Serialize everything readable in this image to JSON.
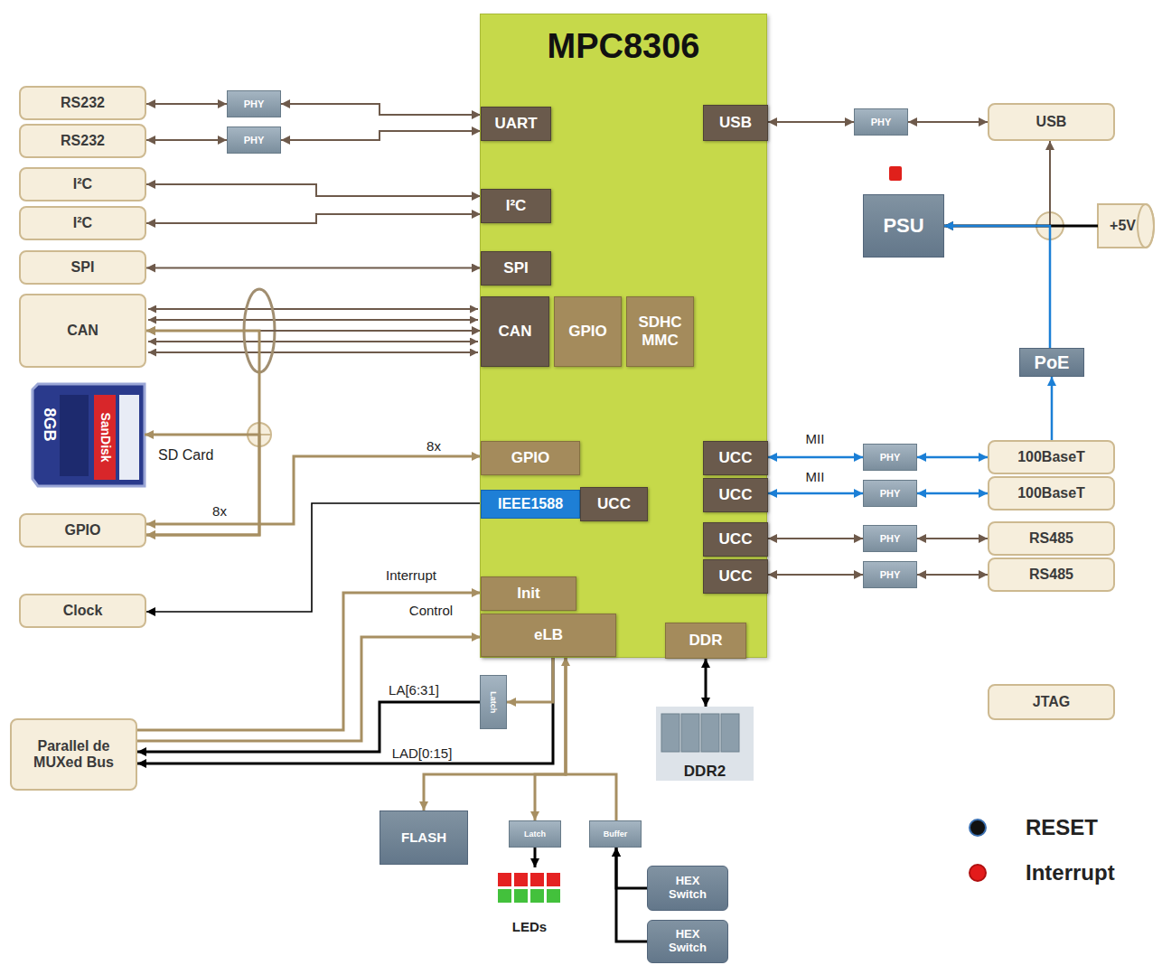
{
  "diagram": {
    "nodes": [
      {
        "text": [
          "MPC8306"
        ]
      },
      {
        "text": [
          "UART"
        ],
        "in": 0
      },
      {
        "text": [
          "USB"
        ],
        "in": 0
      },
      {
        "text": [
          "I²C"
        ],
        "in": 0
      },
      {
        "text": [
          "SPI"
        ],
        "in": 0
      },
      {
        "text": [
          "CAN"
        ],
        "in": 0
      },
      {
        "text": [
          "GPIO"
        ],
        "in": 0
      },
      {
        "text": [
          "SDHC MMC"
        ],
        "in": 0
      },
      {
        "text": [
          "GPIO"
        ],
        "in": 0
      },
      {
        "text": [
          "IEEE1588"
        ],
        "in": 0
      },
      {
        "text": [
          "UCC"
        ],
        "in": 0
      },
      {
        "text": [
          "UCC"
        ],
        "in": 0
      },
      {
        "text": [
          "UCC"
        ],
        "in": 0
      },
      {
        "text": [
          "UCC"
        ],
        "in": 0
      },
      {
        "text": [
          "UCC"
        ],
        "in": 0
      },
      {
        "text": [
          "Init"
        ],
        "in": 0
      },
      {
        "text": [
          "eLB"
        ],
        "in": 0
      },
      {
        "text": [
          "DDR"
        ],
        "in": 0
      },
      {
        "text": [
          "RS232"
        ]
      },
      {
        "text": [
          "PHY"
        ]
      },
      {
        "text": [
          "RS232"
        ]
      },
      {
        "text": [
          "PHY"
        ]
      },
      {
        "text": [
          "I²C"
        ]
      },
      {
        "text": [
          "I²C"
        ]
      },
      {
        "text": [
          "SPI"
        ]
      },
      {
        "text": [
          "CAN"
        ]
      },
      {
        "text": [
          "SD Card"
        ]
      },
      {
        "text": [
          "GPIO"
        ]
      },
      {
        "text": [
          "Clock"
        ]
      },
      {
        "text": [
          "Parallel de MUXed Bus"
        ]
      },
      {
        "text": [
          "Latch"
        ]
      },
      {
        "text": [
          "FLASH"
        ]
      },
      {
        "text": [
          "Latch"
        ]
      },
      {
        "text": [
          "Buffer"
        ]
      },
      {
        "text": [
          "LEDs"
        ]
      },
      {
        "text": [
          "HEX Switch"
        ]
      },
      {
        "text": [
          "HEX Switch"
        ]
      },
      {
        "text": [
          "DDR2"
        ]
      },
      {
        "text": [
          "PHY"
        ]
      },
      {
        "text": [
          "USB"
        ]
      },
      {
        "text": [
          "PSU"
        ]
      },
      {
        "text": [
          "+5V"
        ]
      },
      {
        "text": [
          "PoE"
        ]
      },
      {
        "text": [
          "PHY"
        ]
      },
      {
        "text": [
          "100BaseT"
        ]
      },
      {
        "text": [
          "PHY"
        ]
      },
      {
        "text": [
          "100BaseT"
        ]
      },
      {
        "text": [
          "PHY"
        ]
      },
      {
        "text": [
          "RS485"
        ]
      },
      {
        "text": [
          "PHY"
        ]
      },
      {
        "text": [
          "RS485"
        ]
      },
      {
        "text": [
          "JTAG"
        ]
      }
    ],
    "edges": [
      {
        "from": 18,
        "to": 19,
        "arrow": "both"
      },
      {
        "from": 19,
        "to": 1,
        "arrow": "both"
      },
      {
        "from": 20,
        "to": 21,
        "arrow": "both"
      },
      {
        "from": 21,
        "to": 1,
        "arrow": "both"
      },
      {
        "from": 22,
        "to": 3,
        "arrow": "both"
      },
      {
        "from": 23,
        "to": 3,
        "arrow": "both"
      },
      {
        "from": 24,
        "to": 4,
        "arrow": "both"
      },
      {
        "from": 25,
        "to": 5,
        "arrow": "both"
      },
      {
        "from": 26,
        "to": 27,
        "label": "8x",
        "arrow": "both"
      },
      {
        "from": 25,
        "to": 27,
        "arrow": "both"
      },
      {
        "from": 27,
        "to": 8,
        "label": "8x",
        "arrow": "both"
      },
      {
        "from": 9,
        "to": 28,
        "arrow": "to"
      },
      {
        "from": 29,
        "to": 15,
        "label": "Interrupt",
        "arrow": "to"
      },
      {
        "from": 29,
        "to": 16,
        "label": "Control",
        "arrow": "to"
      },
      {
        "from": 30,
        "to": 29,
        "label": "LA[6:31]",
        "arrow": "to"
      },
      {
        "from": 16,
        "to": 29,
        "label": "LAD[0:15]",
        "arrow": "to"
      },
      {
        "from": 16,
        "to": 30,
        "arrow": "to"
      },
      {
        "from": 16,
        "to": 31,
        "arrow": "to"
      },
      {
        "from": 16,
        "to": 32,
        "arrow": "to"
      },
      {
        "from": 33,
        "to": 16,
        "arrow": "to"
      },
      {
        "from": 32,
        "to": 34,
        "arrow": "to"
      },
      {
        "from": 35,
        "to": 33,
        "arrow": "to"
      },
      {
        "from": 36,
        "to": 33,
        "arrow": "to"
      },
      {
        "from": 17,
        "to": 37,
        "arrow": "both"
      },
      {
        "from": 2,
        "to": 38,
        "arrow": "both"
      },
      {
        "from": 38,
        "to": 39,
        "arrow": "both"
      },
      {
        "from": 39,
        "to": 40,
        "arrow": "both"
      },
      {
        "from": 41,
        "to": 40,
        "arrow": "to"
      },
      {
        "from": 42,
        "to": 40,
        "arrow": "to"
      },
      {
        "from": 44,
        "to": 42,
        "arrow": "to"
      },
      {
        "from": 11,
        "to": 43,
        "label": "MII",
        "arrow": "both"
      },
      {
        "from": 43,
        "to": 44,
        "arrow": "both"
      },
      {
        "from": 12,
        "to": 45,
        "label": "MII",
        "arrow": "both"
      },
      {
        "from": 45,
        "to": 46,
        "arrow": "both"
      },
      {
        "from": 13,
        "to": 47,
        "arrow": "both"
      },
      {
        "from": 47,
        "to": 48,
        "arrow": "both"
      },
      {
        "from": 14,
        "to": 49,
        "arrow": "both"
      },
      {
        "from": 49,
        "to": 50,
        "arrow": "both"
      }
    ],
    "labels": [
      "SanDisk",
      "8GB"
    ],
    "legend": [
      {
        "text": "RESET",
        "color": "#111111"
      },
      {
        "text": "Interrupt",
        "color": "#e31b1b"
      }
    ]
  }
}
